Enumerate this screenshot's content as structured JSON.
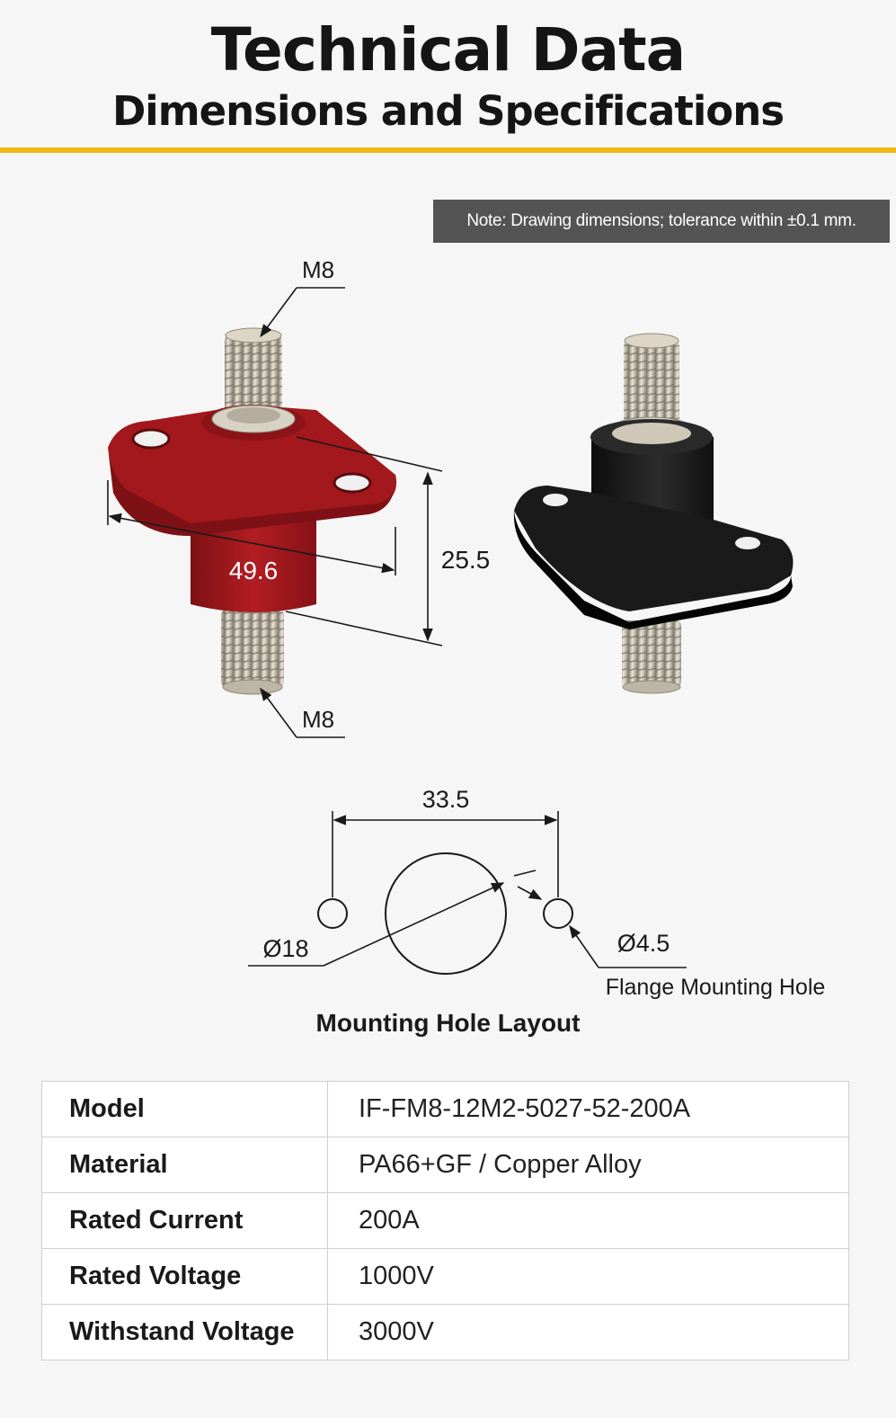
{
  "header": {
    "title": "Technical Data",
    "subtitle": "Dimensions and Specifications"
  },
  "note": "Note: Drawing dimensions; tolerance within ±0.1 mm.",
  "drawing": {
    "stud_top_label": "M8",
    "stud_bottom_label": "M8",
    "width_label": "49.6",
    "height_label": "25.5",
    "red_terminal_color": "#a3181c",
    "black_terminal_color": "#1b1b1b"
  },
  "layout": {
    "spacing_label": "33.5",
    "center_dia_label": "Ø18",
    "hole_dia_label": "Ø4.5",
    "hole_caption": "Flange Mounting Hole",
    "title": "Mounting Hole Layout"
  },
  "specs": {
    "rows": [
      {
        "key": "Model",
        "value": "IF-FM8-12M2-5027-52-200A"
      },
      {
        "key": "Material",
        "value": "PA66+GF / Copper Alloy"
      },
      {
        "key": "Rated Current",
        "value": "200A"
      },
      {
        "key": "Rated Voltage",
        "value": "1000V"
      },
      {
        "key": "Withstand Voltage",
        "value": "3000V"
      }
    ]
  },
  "colors": {
    "accent": "#f2b814",
    "note_bg": "#545454"
  }
}
